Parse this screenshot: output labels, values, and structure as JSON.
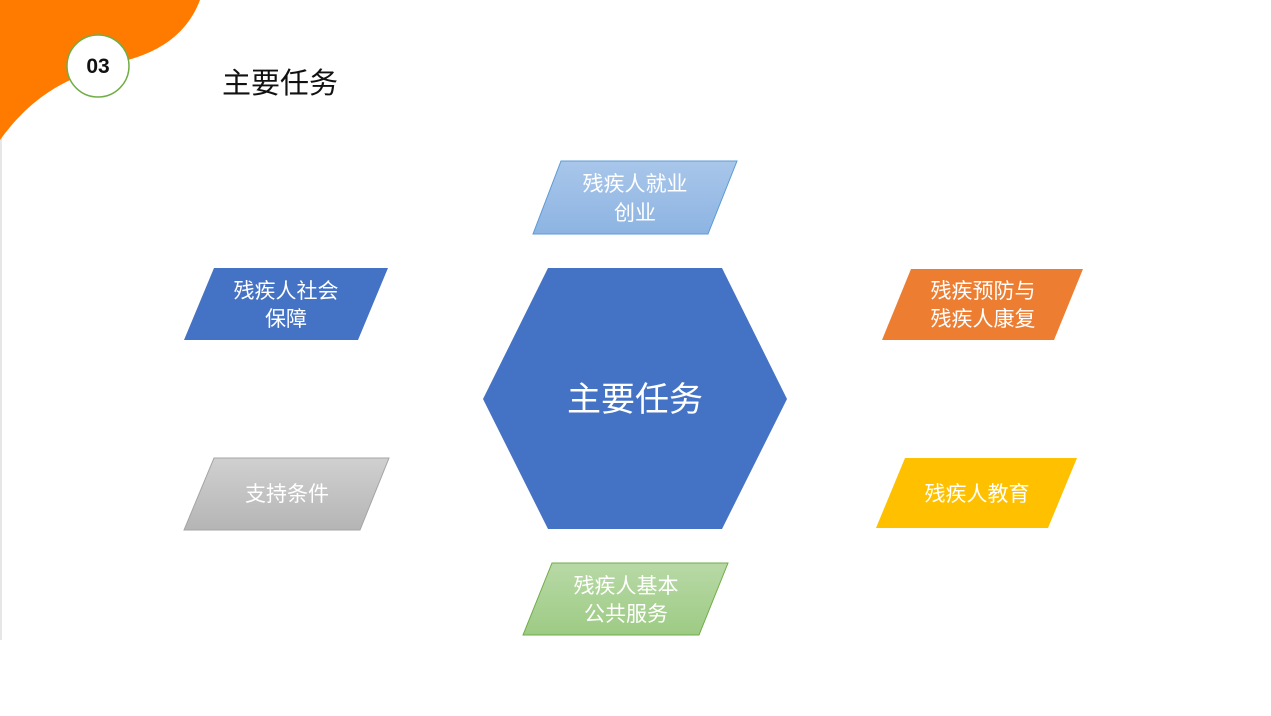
{
  "header": {
    "section_number": "03",
    "title": "主要任务"
  },
  "diagram": {
    "center": "主要任务",
    "items": [
      {
        "line1": "残疾人就业",
        "line2": "创业",
        "color": "#9DC3E6"
      },
      {
        "line1": "残疾人社会",
        "line2": "保障",
        "color": "#4472C4"
      },
      {
        "line1": "残疾预防与",
        "line2": "残疾人康复",
        "color": "#ED7D31"
      },
      {
        "line1": "支持条件",
        "line2": "",
        "color": "#BFBFBF"
      },
      {
        "line1": "残疾人教育",
        "line2": "",
        "color": "#FFC000"
      },
      {
        "line1": "残疾人基本",
        "line2": "公共服务",
        "color": "#A9D18E"
      }
    ],
    "accent": "#FF7B00"
  }
}
